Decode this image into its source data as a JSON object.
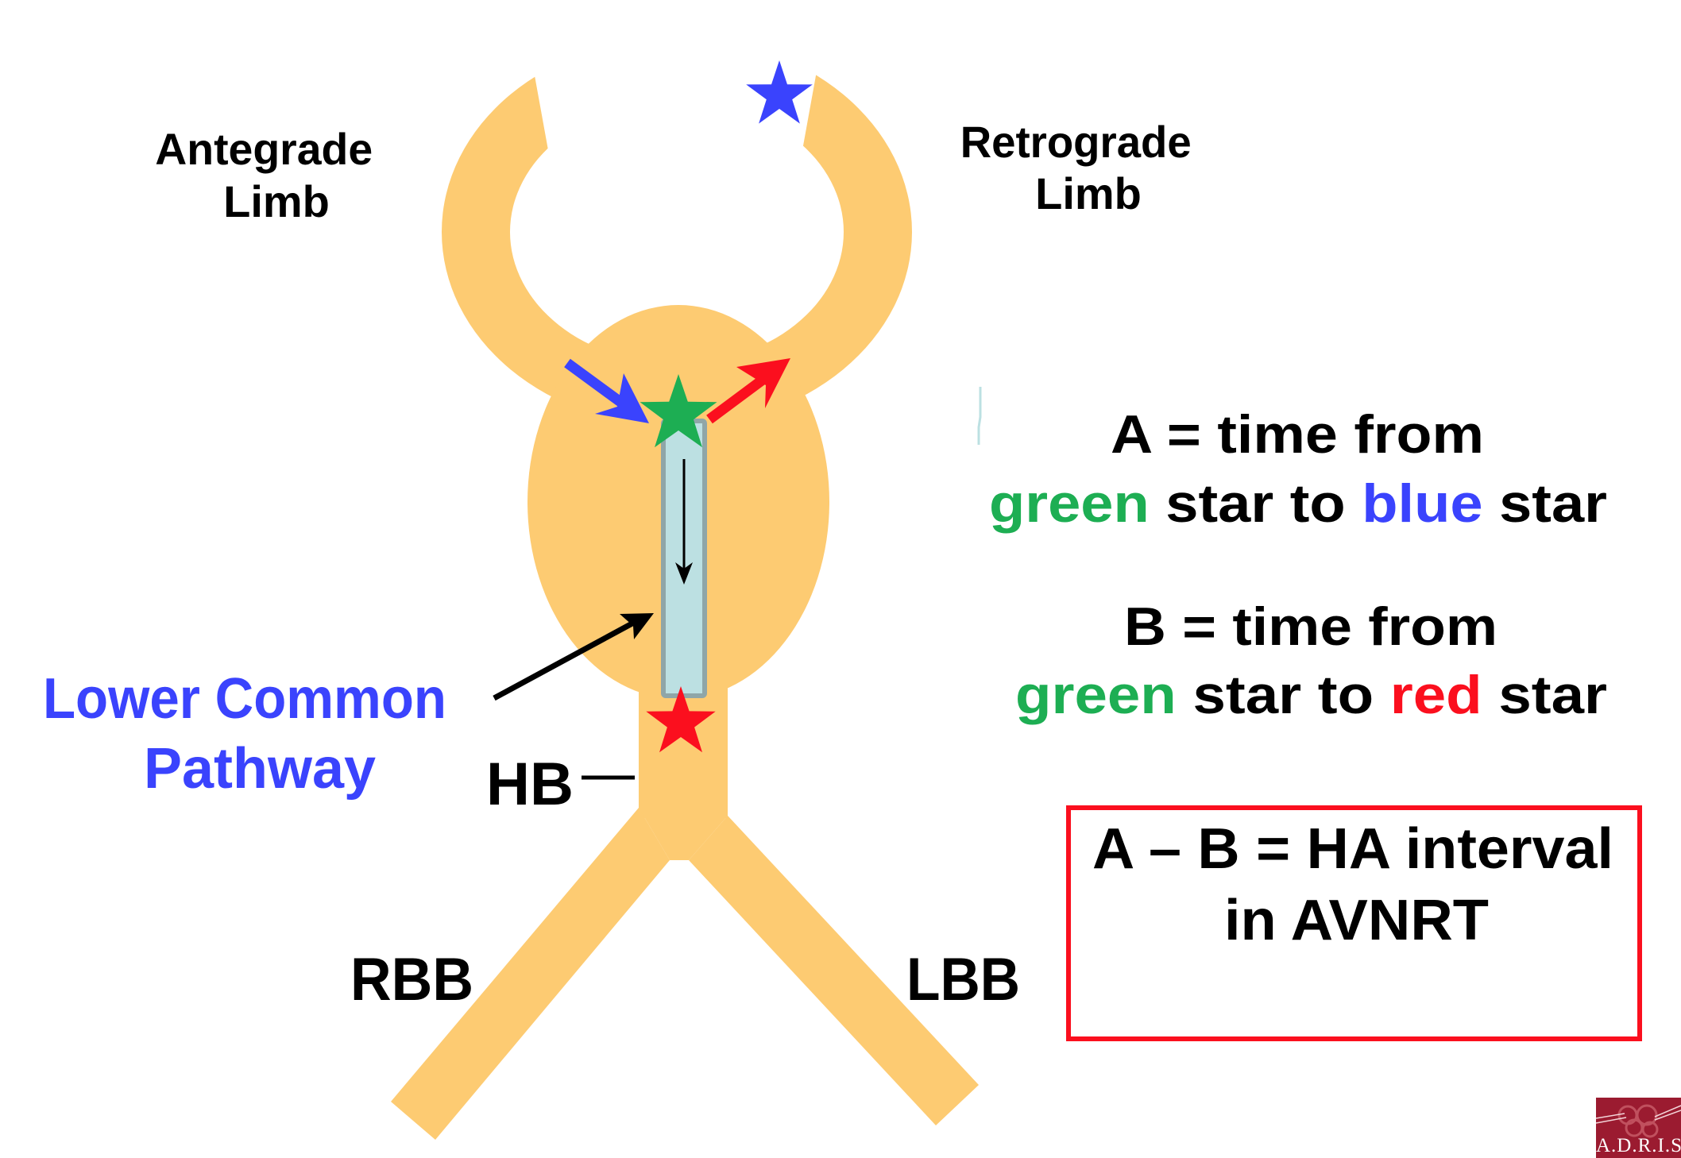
{
  "colors": {
    "pathway_fill": "#FDCB72",
    "lower_common_fill": "#BCE0E2",
    "lower_common_stroke": "#8FA6A8",
    "green": "#1DAE53",
    "blue": "#3A43FD",
    "red": "#FB0F1E",
    "black": "#000000",
    "box_border": "#FB0F1E",
    "logo_bg": "#9B1B30"
  },
  "labels": {
    "antegrade_line1": "Antegrade",
    "antegrade_line2": "Limb",
    "retrograde_line1": "Retrograde",
    "retrograde_line2": "Limb",
    "lcp_line1": "Lower Common",
    "lcp_line2": "Pathway",
    "hb": "HB",
    "rbb": "RBB",
    "lbb": "LBB"
  },
  "definitions": {
    "a": {
      "line1": "A = time from",
      "line2_start": "green",
      "line2_mid": " star to ",
      "line2_color_word": "blue",
      "line2_end": " star"
    },
    "b": {
      "line1": "B = time from",
      "line2_start": "green",
      "line2_mid": " star to ",
      "line2_color_word": "red",
      "line2_end": " star"
    }
  },
  "result_box": {
    "line1": "A – B = HA interval",
    "line2": "in AVNRT"
  },
  "markers": [
    {
      "name": "blue-star",
      "color": "blue",
      "meaning": "retrograde limb exit (atrium)"
    },
    {
      "name": "green-star",
      "color": "green",
      "meaning": "turnaround point"
    },
    {
      "name": "red-star",
      "color": "red",
      "meaning": "His bundle"
    }
  ],
  "logo": {
    "text": "A.D.R.I.S"
  }
}
